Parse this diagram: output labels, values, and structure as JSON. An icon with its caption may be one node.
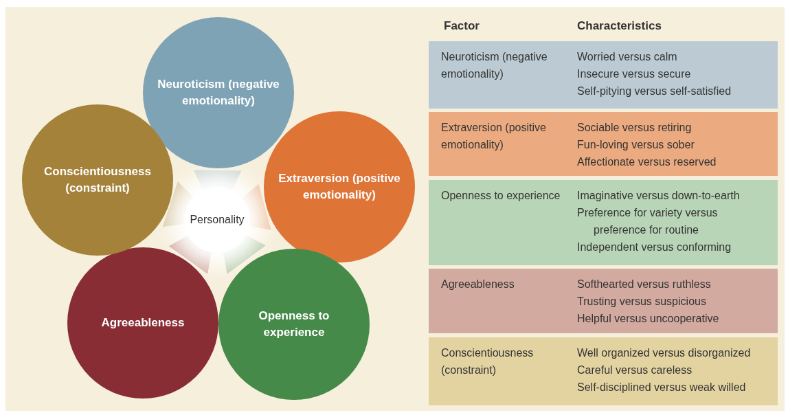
{
  "diagram": {
    "nodes": [
      {
        "text": [
          "Personality"
        ]
      },
      {
        "text": [
          "Neuroticism (negative emotionality)"
        ]
      },
      {
        "text": [
          "Extraversion (positive emotionality)"
        ]
      },
      {
        "text": [
          "Openness to experience"
        ]
      },
      {
        "text": [
          "Agreeableness"
        ]
      },
      {
        "text": [
          "Conscientiousness (constraint)"
        ]
      }
    ],
    "labels": [
      "Factor",
      "Characteristics",
      "Neuroticism (negative emotionality)",
      "Worried versus calm",
      "Insecure versus secure",
      "Self-pitying versus self-satisfied",
      "Extraversion (positive emotionality)",
      "Sociable versus retiring",
      "Fun-loving versus sober",
      "Affectionate versus reserved",
      "Openness to experience",
      "Imaginative versus down-to-earth",
      "Preference for variety versus preference for routine",
      "Independent versus conforming",
      "Agreeableness",
      "Softhearted versus ruthless",
      "Trusting versus suspicious",
      "Helpful versus uncooperative",
      "Conscientiousness (constraint)",
      "Well organized versus disorganized",
      "Careful versus careless",
      "Self-disciplined versus weak willed"
    ]
  }
}
